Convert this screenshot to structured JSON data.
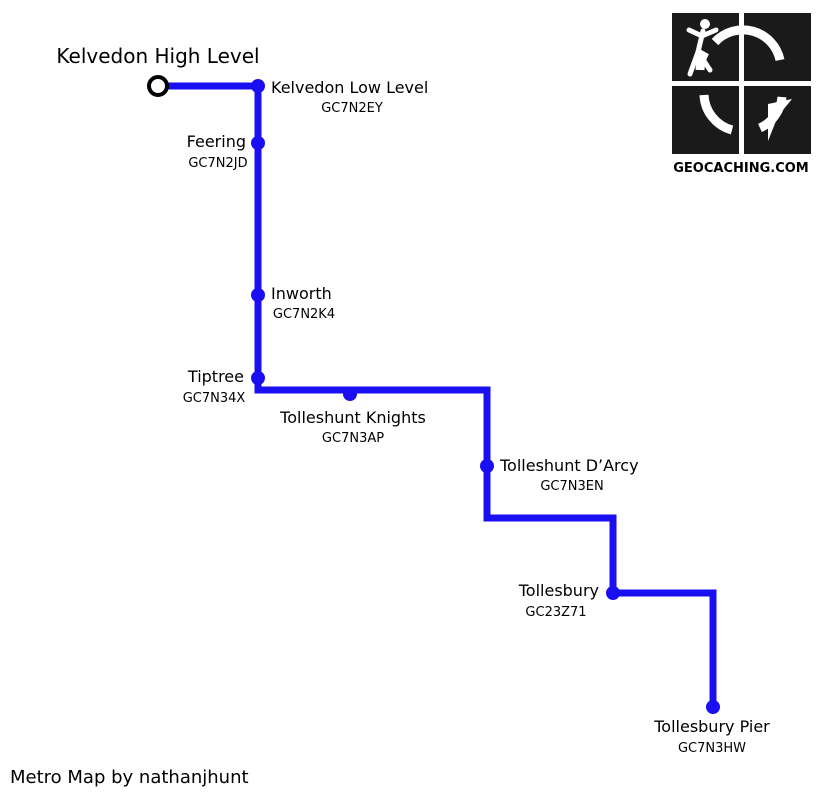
{
  "colors": {
    "line": "#1a0ff0",
    "terminus_fill": "#ffffff",
    "terminus_stroke": "#000000",
    "logo": "#1a1a1a"
  },
  "logo": {
    "icon": "geocaching-logo-icon",
    "text": "GEOCACHING.COM"
  },
  "credit": "Metro Map by nathanjhunt",
  "stations": [
    {
      "id": "kelvedon-high-level",
      "name": "Kelvedon High Level",
      "code": "",
      "kind": "terminus"
    },
    {
      "id": "kelvedon-low-level",
      "name": "Kelvedon Low Level",
      "code": "GC7N2EY",
      "kind": "stop"
    },
    {
      "id": "feering",
      "name": "Feering",
      "code": "GC7N2JD",
      "kind": "stop"
    },
    {
      "id": "inworth",
      "name": "Inworth",
      "code": "GC7N2K4",
      "kind": "stop"
    },
    {
      "id": "tiptree",
      "name": "Tiptree",
      "code": "GC7N34X",
      "kind": "stop"
    },
    {
      "id": "tolleshunt-knights",
      "name": "Tolleshunt Knights",
      "code": "GC7N3AP",
      "kind": "stop"
    },
    {
      "id": "tolleshunt-darcy",
      "name": "Tolleshunt D’Arcy",
      "code": "GC7N3EN",
      "kind": "stop"
    },
    {
      "id": "tollesbury",
      "name": "Tollesbury",
      "code": "GC23Z71",
      "kind": "stop"
    },
    {
      "id": "tollesbury-pier",
      "name": "Tollesbury Pier",
      "code": "GC7N3HW",
      "kind": "stop"
    }
  ]
}
